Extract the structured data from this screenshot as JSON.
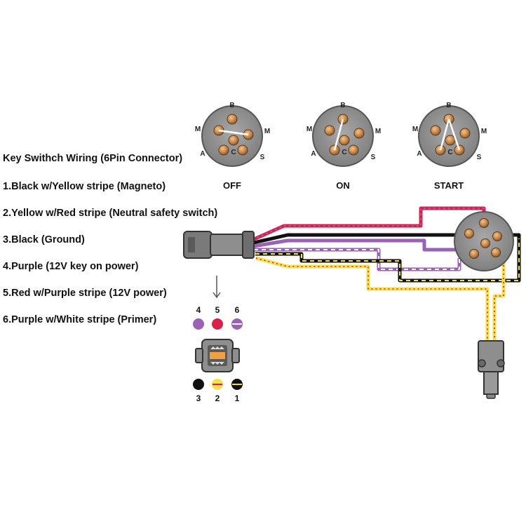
{
  "legend": {
    "title": "Key Swithch Wiring (6Pin Connector)",
    "items": [
      "1.Black w/Yellow stripe (Magneto)",
      "2.Yellow w/Red stripe (Neutral safety switch)",
      "3.Black (Ground)",
      "4.Purple (12V key on power)",
      "5.Red w/Purple stripe (12V power)",
      "6.Purple w/White stripe (Primer)"
    ]
  },
  "switch_states": [
    {
      "label": "OFF"
    },
    {
      "label": "ON"
    },
    {
      "label": "START"
    }
  ],
  "pin_letters": {
    "B": "B",
    "M": "M",
    "A": "A",
    "S": "S",
    "C": "C"
  },
  "connector_pins": {
    "top": [
      "4",
      "5",
      "6"
    ],
    "bottom": [
      "3",
      "2",
      "1"
    ]
  },
  "colors": {
    "black": "#111111",
    "yellow": "#f2e14a",
    "red": "#d8204a",
    "purple": "#9a62b4",
    "white": "#ffffff",
    "pin_copper": "#c8874a",
    "housing_gray": "#8e8e8e"
  }
}
